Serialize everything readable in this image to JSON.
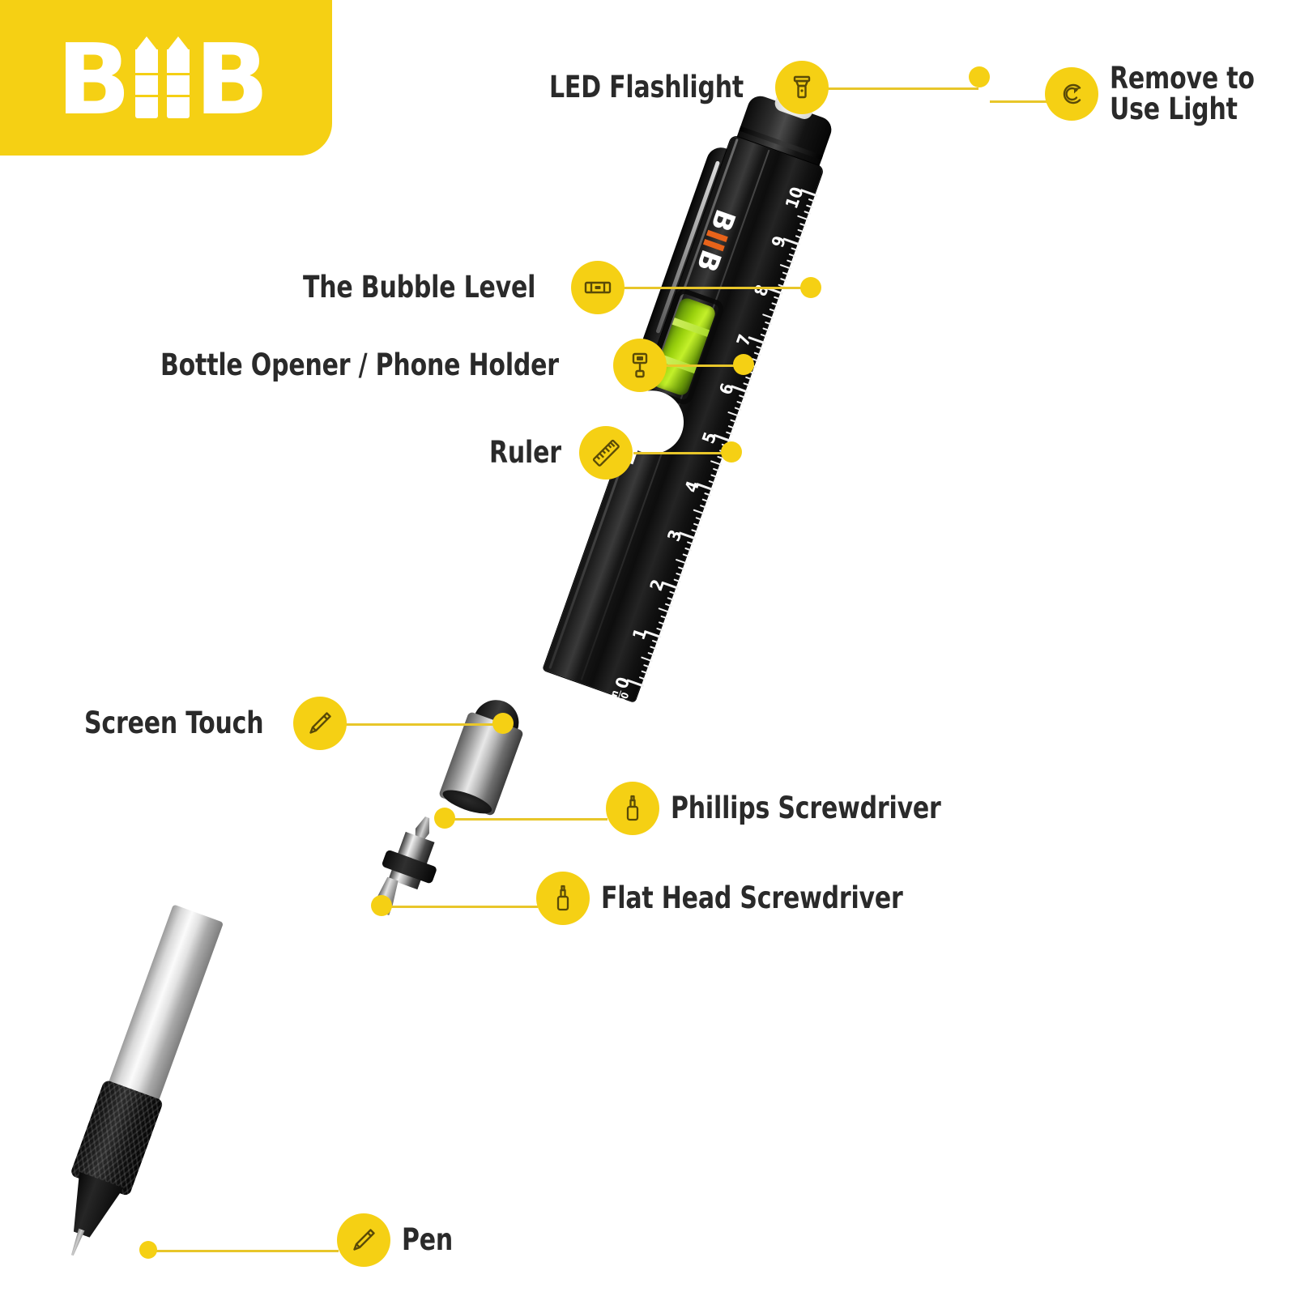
{
  "colors": {
    "brand_yellow": "#F5D014",
    "leader_yellow": "#E8C62A",
    "ink": "#2A2A2A",
    "accent_orange": "#E8631A",
    "background": "#FFFFFF",
    "bubble_green": "#9AD10D"
  },
  "brand": {
    "name": "BiiB",
    "letter_left": "B",
    "letter_right": "B",
    "pencil_count": 2
  },
  "product": {
    "printed_brand_left": "B",
    "printed_brand_right": "B",
    "ruler_numbers": [
      "0",
      "1",
      "2",
      "3",
      "4",
      "5",
      "6",
      "7",
      "8",
      "9",
      "10"
    ],
    "ruler_fraction_numerator": "1",
    "ruler_fraction_denominator": "100",
    "ruler_unit_mark": "in"
  },
  "callouts": [
    {
      "id": "led-flashlight",
      "label": "LED Flashlight",
      "icon": "flashlight-icon",
      "side": "left",
      "lines": [
        "LED Flashlight"
      ]
    },
    {
      "id": "remove-to-use-light",
      "label": "Remove to Use Light",
      "icon": "rotate-cap-icon",
      "side": "right",
      "lines": [
        "Remove to",
        "Use Light"
      ]
    },
    {
      "id": "bubble-level",
      "label": "The Bubble Level",
      "icon": "spirit-level-icon",
      "side": "left",
      "lines": [
        "The Bubble Level"
      ]
    },
    {
      "id": "bottle-opener",
      "label": "Bottle Opener / Phone Holder",
      "icon": "phone-holder-icon",
      "side": "left",
      "lines": [
        "Bottle Opener / Phone Holder"
      ]
    },
    {
      "id": "ruler",
      "label": "Ruler",
      "icon": "ruler-icon",
      "side": "left",
      "lines": [
        "Ruler"
      ]
    },
    {
      "id": "screen-touch",
      "label": "Screen Touch",
      "icon": "stylus-pencil-icon",
      "side": "left",
      "lines": [
        "Screen Touch"
      ]
    },
    {
      "id": "phillips-screwdriver",
      "label": "Phillips Screwdriver",
      "icon": "screwdriver-icon",
      "side": "right",
      "lines": [
        "Phillips Screwdriver"
      ]
    },
    {
      "id": "flat-head-screwdriver",
      "label": "Flat Head Screwdriver",
      "icon": "screwdriver-icon",
      "side": "right",
      "lines": [
        "Flat Head Screwdriver"
      ]
    },
    {
      "id": "pen",
      "label": "Pen",
      "icon": "pencil-icon",
      "side": "right",
      "lines": [
        "Pen"
      ]
    }
  ]
}
